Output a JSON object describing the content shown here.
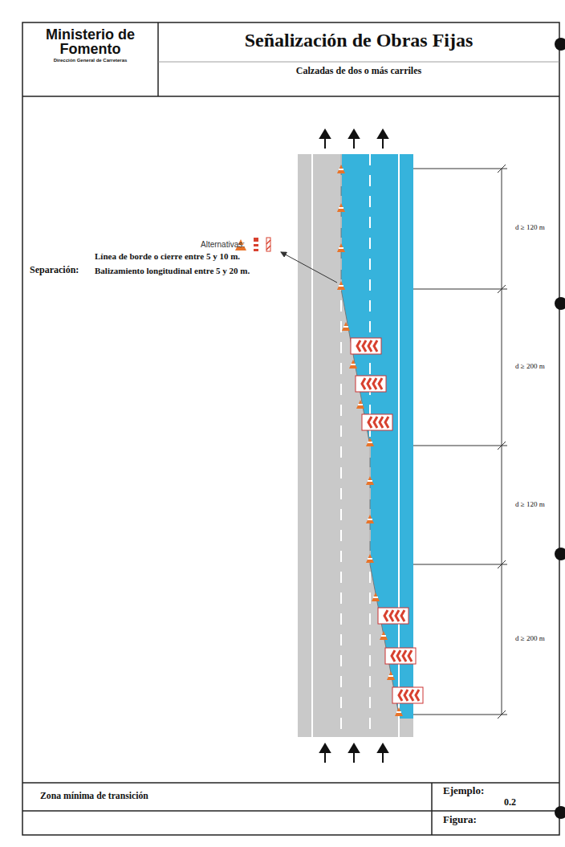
{
  "diagram": {
    "nodes": [
      {
        "text": [
          "Ministerio de Fomento",
          "Dirección General de Carreteras"
        ]
      },
      {
        "text": [
          "Señalización de Obras Fijas",
          "Calzadas de dos o más carriles"
        ]
      },
      {
        "text": [
          "Zona mínima de transición"
        ]
      },
      {
        "text": [
          "Ejemplo:",
          "0.2"
        ]
      },
      {
        "text": [
          "Figura:"
        ]
      }
    ],
    "labels": [
      "Alternativas:",
      "Separación:",
      "Línea de borde o cierre entre 5 y 10 m.",
      "Balizamiento longitudinal entre 5 y 20 m.",
      "d ≥ 120 m",
      "d ≥ 200 m",
      "d ≥ 120 m",
      "d ≥ 200 m"
    ]
  }
}
